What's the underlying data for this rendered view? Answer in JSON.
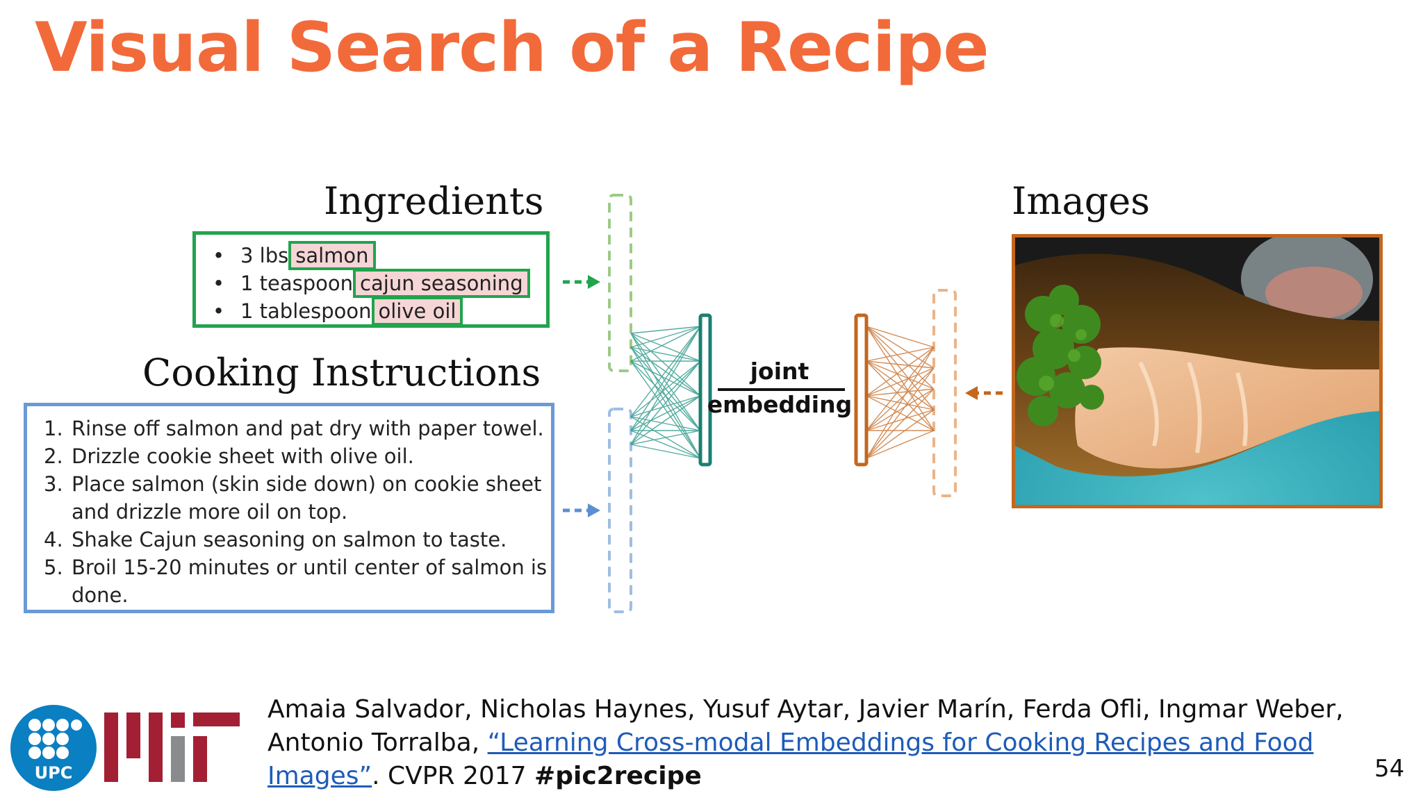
{
  "slide": {
    "title": "Visual Search of a Recipe",
    "page_number": "54"
  },
  "diagram": {
    "ingredients_heading": "Ingredients",
    "instructions_heading": "Cooking Instructions",
    "images_heading": "Images",
    "joint_label_line1": "joint",
    "joint_label_line2": "embedding",
    "ingredients": [
      {
        "bullet": "•",
        "quantity": "3 lbs",
        "item": "salmon"
      },
      {
        "bullet": "•",
        "quantity": "1 teaspoon",
        "item": "cajun seasoning"
      },
      {
        "bullet": "•",
        "quantity": "1 tablespoon",
        "item": "olive oil"
      }
    ],
    "instructions": [
      {
        "num": "1.",
        "text": "Rinse off salmon and pat dry with paper towel."
      },
      {
        "num": "2.",
        "text": "Drizzle cookie sheet with olive oil."
      },
      {
        "num": "3.",
        "text": "Place salmon (skin side down) on cookie sheet"
      },
      {
        "num": "",
        "text": "and drizzle more oil on top."
      },
      {
        "num": "4.",
        "text": "Shake Cajun seasoning on salmon to taste."
      },
      {
        "num": "5.",
        "text": "Broil 15-20 minutes or until center of salmon is"
      },
      {
        "num": "",
        "text": "done."
      }
    ],
    "colors": {
      "ingredients": "#21a44e",
      "instructions": "#6a9ad6",
      "images": "#c4661e",
      "joint_left": "#1a7f72",
      "title": "#f26a3a"
    }
  },
  "citation": {
    "authors_line1": "Amaia Salvador, Nicholas Haynes, Yusuf Aytar, Javier Marín, Ferda Ofli, Ingmar Weber,",
    "authors_line2": "Antonio Torralba, ",
    "paper_link": "“Learning Cross-modal Embeddings for Cooking Recipes and Food Images”",
    "venue": ". CVPR 2017 ",
    "hashtag": "#pic2recipe"
  },
  "logos": {
    "upc_text": "UPC"
  }
}
